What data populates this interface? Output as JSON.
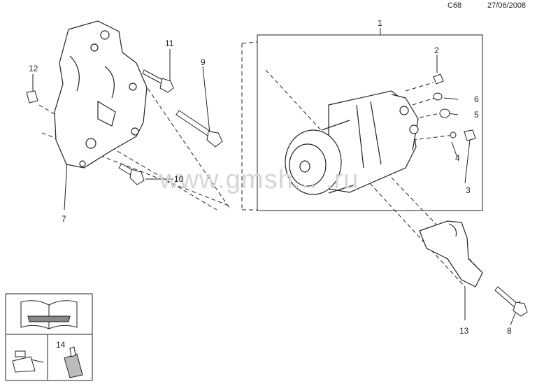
{
  "header": {
    "code": "C68",
    "date": "27/06/2008"
  },
  "watermark": "www.gmsh... .ru",
  "callouts": {
    "c1": "1",
    "c2": "2",
    "c3": "3",
    "c4": "4",
    "c5": "5",
    "c6": "6",
    "c7": "7",
    "c8": "8",
    "c9": "9",
    "c10": "10",
    "c11": "11",
    "c12": "12",
    "c13": "13",
    "c14": "14"
  },
  "legend_box": {
    "icons": [
      "manual-book-wrench-icon",
      "oil-can-icon",
      "adhesive-tube-icon"
    ]
  }
}
